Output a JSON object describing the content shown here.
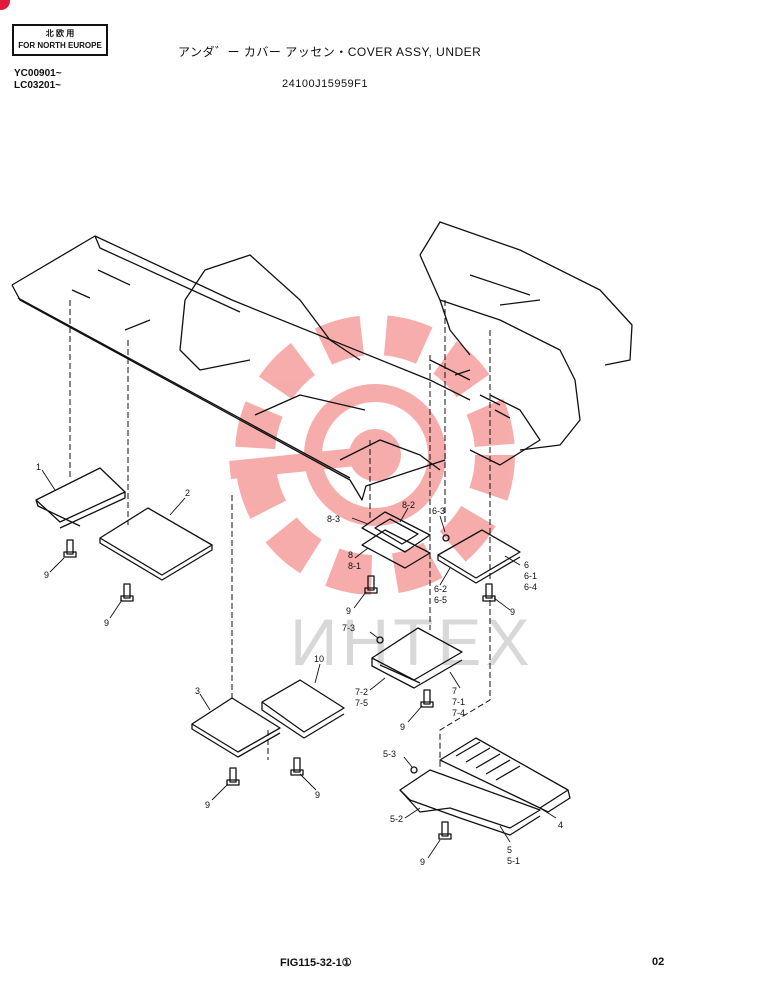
{
  "header": {
    "region_label_jp": "北 欧 用",
    "region_label_en": "FOR NORTH EUROPE",
    "serial_1": "YC00901~",
    "serial_2": "LC03201~",
    "title": "アンダ゛ー カバー アッセン・COVER ASSY, UNDER",
    "part_code": "24100J15959F1"
  },
  "footer": {
    "figure": "FIG115-32-1①",
    "page": "02"
  },
  "watermark": {
    "text": "ИНТЕХ",
    "gear_color": "#f26a6a"
  },
  "callouts": [
    "1",
    "2",
    "3",
    "4",
    "5",
    "5-1",
    "5-2",
    "5-3",
    "6",
    "6-1",
    "6-2",
    "6-3",
    "6-4",
    "6-5",
    "7",
    "7-1",
    "7-2",
    "7-3",
    "7-4",
    "7-5",
    "8",
    "8-1",
    "8-2",
    "8-3",
    "9",
    "10"
  ]
}
